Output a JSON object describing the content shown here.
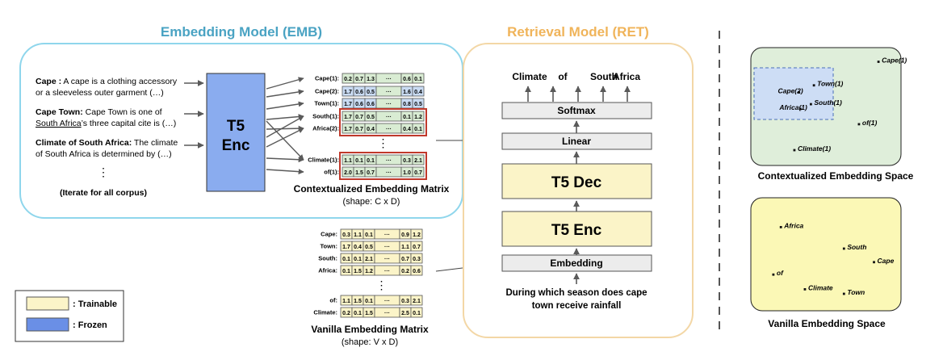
{
  "colors": {
    "emb_title": "#4aa3c3",
    "ret_title": "#f0b45a",
    "emb_border": "#8fd6ec",
    "ret_border": "#f3d7a6",
    "frozen": "#6a8fe6",
    "trainable": "#fbf4c8",
    "vec_green": "#d9ecd3",
    "vec_blue": "#c9dbf3",
    "highlight": "#c0392b",
    "space_green": "#dfeeda",
    "space_yellow": "#fbf8b6"
  },
  "emb": {
    "title": "Embedding Model (EMB)",
    "inputs": [
      {
        "bold": "Cape :",
        "rest1": " A cape is a clothing accessory",
        "line2": "or a sleeveless outer garment (…)"
      },
      {
        "bold": "Cape Town:",
        "rest1": " Cape Town is one of",
        "line2_u": "South Africa",
        "line2": "’s three capital cite is (…)"
      },
      {
        "bold": "Climate of South Africa:",
        "rest1": " The climate",
        "line2": "of South Africa is determined by (…)"
      }
    ],
    "vdots": "⋮",
    "iterate": "(Iterate for all corpus)",
    "encoder": [
      "T5",
      "Enc"
    ],
    "matrix_title": "Contextualized Embedding Matrix",
    "matrix_shape": "(shape: C x D)",
    "rows": [
      {
        "label": "Cape(1):",
        "values": [
          "0.2",
          "0.7",
          "1.3",
          "···",
          "0.6",
          "0.1"
        ]
      },
      {
        "label": "Cape(2):",
        "values": [
          "1.7",
          "0.6",
          "0.5",
          "···",
          "1.6",
          "0.4"
        ]
      },
      {
        "label": "Town(1):",
        "values": [
          "1.7",
          "0.6",
          "0.6",
          "···",
          "0.8",
          "0.5"
        ]
      },
      {
        "label": "South(1):",
        "values": [
          "1.7",
          "0.7",
          "0.5",
          "···",
          "0.1",
          "1.2"
        ]
      },
      {
        "label": "Africa(2):",
        "values": [
          "1.7",
          "0.7",
          "0.4",
          "···",
          "0.4",
          "0.1"
        ]
      },
      {
        "label": "Climate(1):",
        "values": [
          "1.1",
          "0.1",
          "0.1",
          "···",
          "0.3",
          "2.1"
        ]
      },
      {
        "label": "of(1):",
        "values": [
          "2.0",
          "1.5",
          "0.7",
          "···",
          "1.0",
          "0.7"
        ]
      }
    ],
    "row_vdots": "⋮"
  },
  "vanilla": {
    "title": "Vanilla Embedding Matrix",
    "shape": "(shape: V x D)",
    "rows": [
      {
        "label": "Cape:",
        "values": [
          "0.3",
          "1.1",
          "0.1",
          "···",
          "0.9",
          "1.2"
        ]
      },
      {
        "label": "Town:",
        "values": [
          "1.7",
          "0.4",
          "0.5",
          "···",
          "1.1",
          "0.7"
        ]
      },
      {
        "label": "South:",
        "values": [
          "0.1",
          "0.1",
          "2.1",
          "···",
          "0.7",
          "0.3"
        ]
      },
      {
        "label": "Africa:",
        "values": [
          "0.1",
          "1.5",
          "1.2",
          "···",
          "0.2",
          "0.6"
        ]
      },
      {
        "label": "of:",
        "values": [
          "1.1",
          "1.5",
          "0.1",
          "···",
          "0.3",
          "2.1"
        ]
      },
      {
        "label": "Climate:",
        "values": [
          "0.2",
          "0.1",
          "1.5",
          "···",
          "2.5",
          "0.1"
        ]
      }
    ],
    "row_vdots": "⋮"
  },
  "ret": {
    "title": "Retrieval Model (RET)",
    "outputs": [
      "Climate",
      "of",
      "South",
      "Africa"
    ],
    "softmax": "Softmax",
    "linear": "Linear",
    "decoder": "T5 Dec",
    "encoder": "T5 Enc",
    "embedding": "Embedding",
    "query_line1": "During which season does cape",
    "query_line2": "town receive rainfall"
  },
  "legend": {
    "trainable": ": Trainable",
    "frozen": ": Frozen"
  },
  "ctx_space": {
    "title": "Contextualized Embedding Space",
    "points": [
      {
        "label": "Cape(1)",
        "x": 0.85,
        "y": 0.12
      },
      {
        "label": "Town(1)",
        "x": 0.42,
        "y": 0.32
      },
      {
        "label": "Cape(2)",
        "x": 0.32,
        "y": 0.38
      },
      {
        "label": "South(1)",
        "x": 0.4,
        "y": 0.48
      },
      {
        "label": "Africa(1)",
        "x": 0.33,
        "y": 0.52
      },
      {
        "label": "of(1)",
        "x": 0.72,
        "y": 0.65
      },
      {
        "label": "Climate(1)",
        "x": 0.29,
        "y": 0.87
      }
    ]
  },
  "van_space": {
    "title": "Vanilla Embedding Space",
    "points": [
      {
        "label": "Africa",
        "x": 0.2,
        "y": 0.26
      },
      {
        "label": "South",
        "x": 0.62,
        "y": 0.45
      },
      {
        "label": "Cape",
        "x": 0.82,
        "y": 0.57
      },
      {
        "label": "of",
        "x": 0.15,
        "y": 0.68
      },
      {
        "label": "Climate",
        "x": 0.36,
        "y": 0.81
      },
      {
        "label": "Town",
        "x": 0.62,
        "y": 0.85
      }
    ]
  }
}
